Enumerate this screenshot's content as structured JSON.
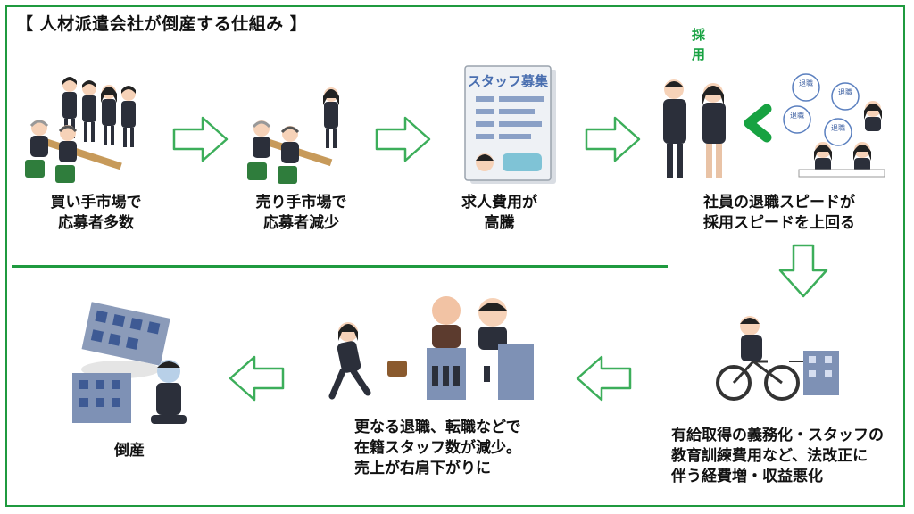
{
  "title": "【 人材派遣会社が倒産する仕組み 】",
  "hire_label": "採用",
  "retire_badge": "退職",
  "poster": {
    "heading": "スタッフ募集"
  },
  "steps": [
    {
      "line1": "買い手市場で",
      "line2": "応募者多数"
    },
    {
      "line1": "売り手市場で",
      "line2": "応募者減少"
    },
    {
      "line1": "求人費用が",
      "line2": "高騰"
    },
    {
      "line1": "社員の退職スピードが",
      "line2": "採用スピードを上回る"
    },
    {
      "line1": "有給取得の義務化・スタッフの",
      "line2": "教育訓練費用など、法改正に",
      "line3": "伴う経費増・収益悪化"
    },
    {
      "line1": "更なる退職、転職などで",
      "line2": "在籍スタッフ数が減少。",
      "line3": "売上が右肩下がりに"
    },
    {
      "line1": "倒産"
    }
  ],
  "colors": {
    "accent": "#1f9a3f",
    "arrow_stroke": "#3cae5a",
    "suit": "#2b2f3a",
    "skin": "#f6d2b8",
    "chair": "#2f7d3c",
    "building": "#7e91b5"
  }
}
